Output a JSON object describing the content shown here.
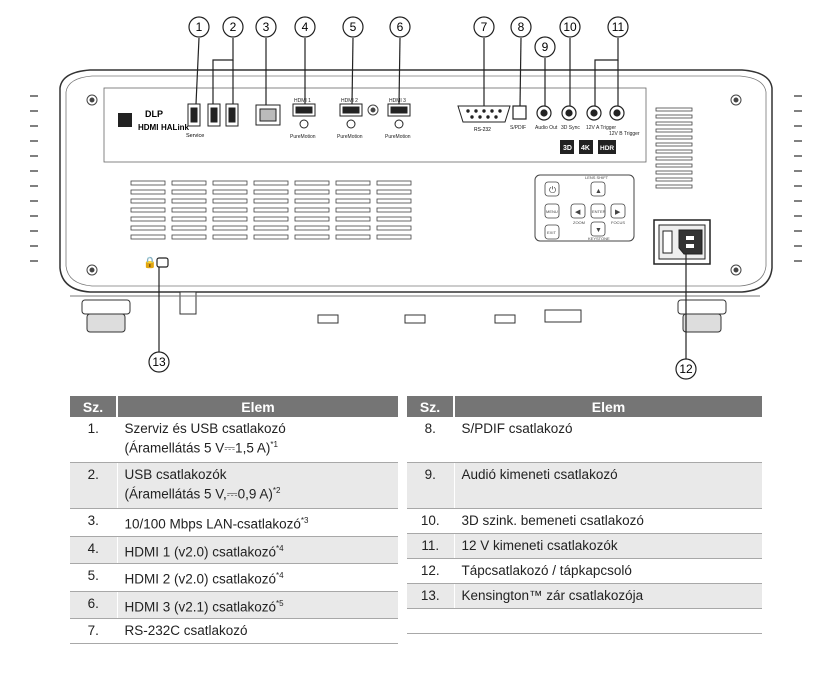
{
  "callouts": [
    "1",
    "2",
    "3",
    "4",
    "5",
    "6",
    "7",
    "8",
    "9",
    "10",
    "11",
    "12",
    "13"
  ],
  "panel_labels": {
    "service": "Service",
    "hdmi1": "HDMI 1",
    "hdmi2": "HDMI 2",
    "hdmi3": "HDMI 3",
    "pure_motion": "PureMotion",
    "rs232": "RS-232",
    "spdif": "S/PDIF",
    "audio_out": "Audio Out",
    "sync_3d": "3D Sync",
    "trig_a": "12V A Trigger",
    "trig_b": "12V B Trigger",
    "badge_3d": "3D",
    "badge_4k": "4K",
    "badge_hdr": "HDR",
    "hdmi_logo": "HDMI",
    "halink": "HALink",
    "dlp": "DLP",
    "keypad": {
      "lens_shift": "LENS SHIFT",
      "zoom": "ZOOM",
      "focus": "FOCUS",
      "keystone": "KEYSTONE",
      "menu": "MENU",
      "exit": "EXIT",
      "enter": "ENTER"
    }
  },
  "table": {
    "header_no": "Sz.",
    "header_item": "Elem",
    "left": [
      {
        "no": "1.",
        "line1": "Szerviz és USB csatlakozó",
        "line2": "(Áramellátás 5 V⎓1,5 A)",
        "sup": "*1"
      },
      {
        "no": "2.",
        "line1": "USB csatlakozók",
        "line2": "(Áramellátás 5 V,⎓0,9 A)",
        "sup": "*2"
      },
      {
        "no": "3.",
        "line1": "10/100 Mbps LAN-csatlakozó",
        "sup": "*3"
      },
      {
        "no": "4.",
        "line1": "HDMI 1 (v2.0) csatlakozó",
        "sup": "*4"
      },
      {
        "no": "5.",
        "line1": "HDMI 2 (v2.0) csatlakozó",
        "sup": "*4"
      },
      {
        "no": "6.",
        "line1": "HDMI 3 (v2.1) csatlakozó",
        "sup": "*5"
      },
      {
        "no": "7.",
        "line1": "RS-232C csatlakozó",
        "sup": ""
      }
    ],
    "right": [
      {
        "no": "8.",
        "line1": "S/PDIF csatlakozó"
      },
      {
        "no": "9.",
        "line1": "Audió kimeneti csatlakozó"
      },
      {
        "no": "10.",
        "line1": "3D szink. bemeneti csatlakozó"
      },
      {
        "no": "11.",
        "line1": "12 V kimeneti csatlakozók"
      },
      {
        "no": "12.",
        "line1": "Tápcsatlakozó / tápkapcsoló"
      },
      {
        "no": "13.",
        "line1": "Kensington™ zár csatlakozója"
      },
      {
        "no": "",
        "line1": ""
      }
    ]
  }
}
